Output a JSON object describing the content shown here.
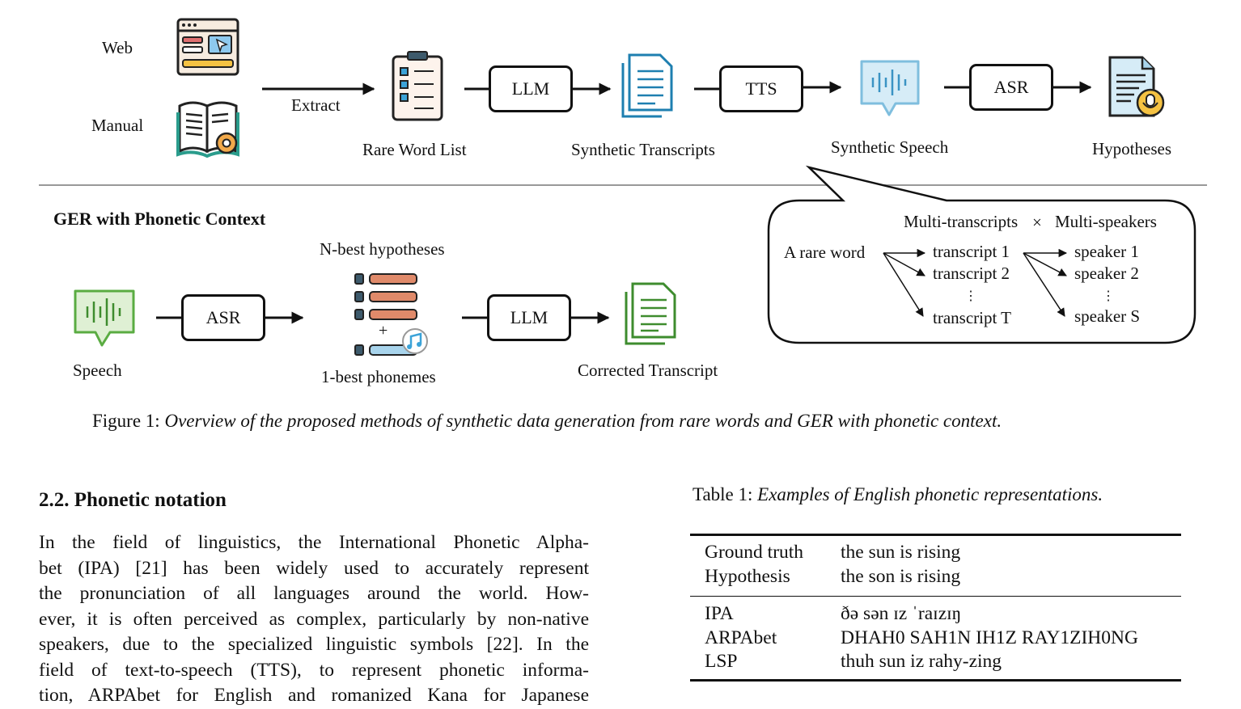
{
  "figure": {
    "top_pipeline": {
      "source_web": "Web",
      "source_manual": "Manual",
      "extract_label": "Extract",
      "rare_word_list": "Rare Word List",
      "llm_box": "LLM",
      "synthetic_transcripts": "Synthetic Transcripts",
      "tts_box": "TTS",
      "synthetic_speech": "Synthetic Speech",
      "asr_box": "ASR",
      "hypotheses": "Hypotheses"
    },
    "ger": {
      "title": "GER with Phonetic Context",
      "speech": "Speech",
      "asr_box": "ASR",
      "nbest": "N-best hypotheses",
      "plus": "+",
      "onebest": "1-best phonemes",
      "llm_box": "LLM",
      "corrected": "Corrected Transcript"
    },
    "callout": {
      "multi_transcripts": "Multi-transcripts",
      "times": "×",
      "multi_speakers": "Multi-speakers",
      "rare_word": "A rare word",
      "transcripts": [
        "transcript 1",
        "transcript 2",
        "⋮",
        "transcript T"
      ],
      "speakers": [
        "speaker 1",
        "speaker 2",
        "⋮",
        "speaker S"
      ]
    },
    "caption_prefix": "Figure 1: ",
    "caption_text": "Overview of the proposed methods of synthetic data generation from rare words and GER with phonetic context.",
    "colors": {
      "orange": "#e08a6a",
      "blue": "#1e7fb0",
      "light_blue": "#a8d4ec",
      "green": "#4a9a3a",
      "light_green": "#c8e6b8",
      "yellow": "#f5c242"
    }
  },
  "section": {
    "title": "2.2.  Phonetic notation",
    "paragraph_lines": [
      "In the field of linguistics, the International Phonetic Alpha-",
      "bet (IPA) [21] has been widely used to accurately represent",
      "the pronunciation of all languages around the world.  How-",
      "ever, it is often perceived as complex, particularly by non-native",
      "speakers, due to the specialized linguistic symbols [22]. In the",
      "field of text-to-speech (TTS), to represent phonetic informa-",
      "tion, ARPAbet for English and romanized Kana for Japanese"
    ]
  },
  "table": {
    "caption_prefix": "Table 1: ",
    "caption_text": "Examples of English phonetic representations.",
    "group1": [
      {
        "key": "Ground truth",
        "value": "the sun is rising"
      },
      {
        "key": "Hypothesis",
        "value": "the son is rising"
      }
    ],
    "group2": [
      {
        "key": "IPA",
        "value": "ðə sən ɪz ˈraɪzɪŋ"
      },
      {
        "key": "ARPAbet",
        "value": "DHAH0 SAH1N IH1Z RAY1ZIH0NG"
      },
      {
        "key": "LSP",
        "value": "thuh sun iz rahy-zing"
      }
    ]
  }
}
